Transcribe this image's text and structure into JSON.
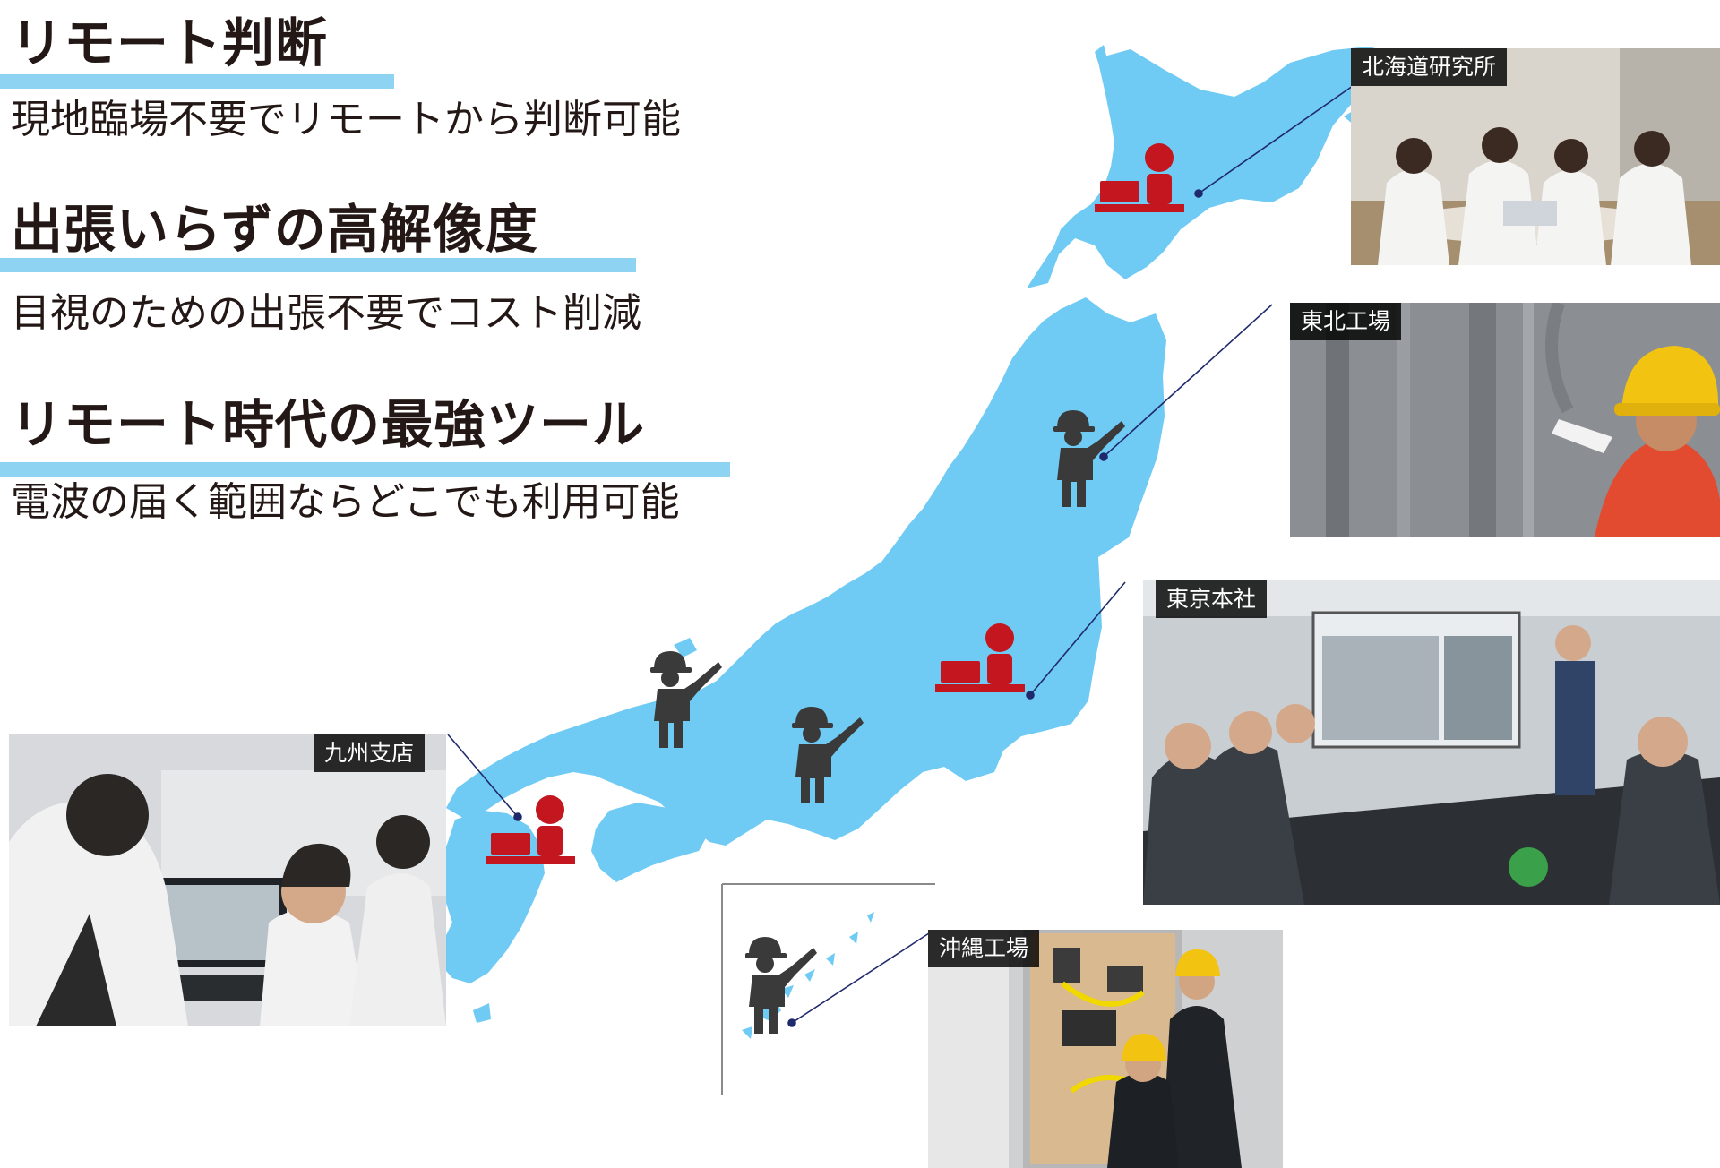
{
  "features": [
    {
      "title": "リモート判断",
      "description": "現地臨場不要でリモートから判断可能"
    },
    {
      "title": "出張いらずの高解像度",
      "description": "目視のための出張不要でコスト削減"
    },
    {
      "title": "リモート時代の最強ツール",
      "description": "電波の届く範囲ならどこでも利用可能"
    }
  ],
  "sites": [
    {
      "label": "北海道研究所",
      "photo": "researchers-in-lab-coats"
    },
    {
      "label": "東北工場",
      "photo": "worker-in-hard-hat-pointing"
    },
    {
      "label": "東京本社",
      "photo": "meeting-room-with-screen"
    },
    {
      "label": "九州支店",
      "photo": "office-workers-at-monitor"
    },
    {
      "label": "沖縄工場",
      "photo": "workers-at-electrical-panel"
    }
  ],
  "colors": {
    "map_fill": "#6fcaf4",
    "underline": "#8fd3f2",
    "remote_operator_icon": "#c3161f",
    "field_worker_icon": "#3a3a3a",
    "leader_line": "#1f2a6b",
    "label_bg": "#1a1a1a",
    "text": "#231815"
  },
  "icons": {
    "remote_operator": "person-with-laptop-icon",
    "field_worker": "worker-with-hard-hat-pointing-icon"
  }
}
